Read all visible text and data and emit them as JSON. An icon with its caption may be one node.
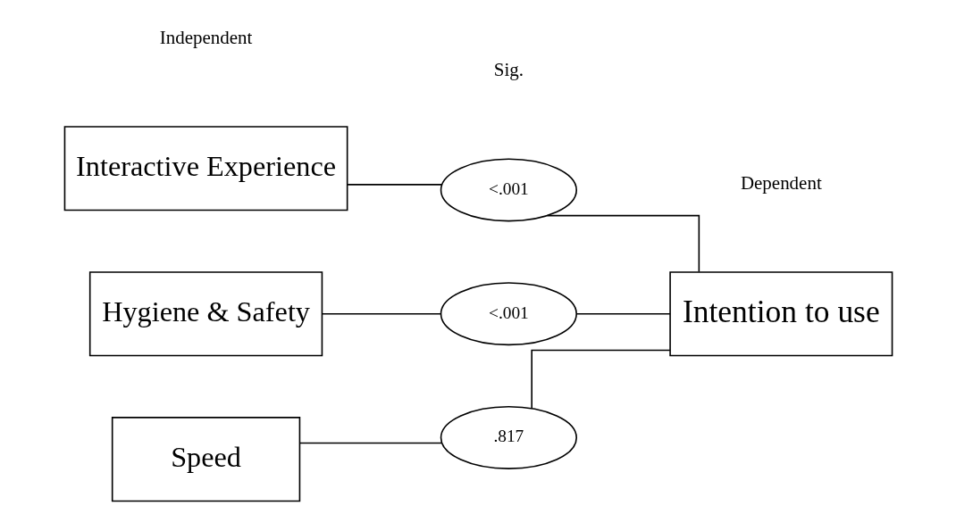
{
  "diagram": {
    "nodes": [
      {
        "text": [
          "Interactive Experience"
        ]
      },
      {
        "text": [
          "<.001"
        ]
      },
      {
        "text": [
          "Hygiene & Safety"
        ]
      },
      {
        "text": [
          "<.001"
        ]
      },
      {
        "text": [
          "Speed"
        ]
      },
      {
        "text": [
          ".817"
        ]
      },
      {
        "text": [
          "Intention to use"
        ]
      }
    ],
    "edges": [
      {
        "from": 0,
        "to": 1,
        "arrow": "none"
      },
      {
        "from": 2,
        "to": 3,
        "arrow": "none"
      },
      {
        "from": 4,
        "to": 5,
        "arrow": "none"
      },
      {
        "from": 1,
        "to": 6,
        "arrow": "none"
      },
      {
        "from": 3,
        "to": 6,
        "arrow": "none"
      },
      {
        "from": 5,
        "to": 6,
        "arrow": "none"
      }
    ],
    "labels": [
      "Independent",
      "Sig.",
      "Dependent"
    ]
  }
}
